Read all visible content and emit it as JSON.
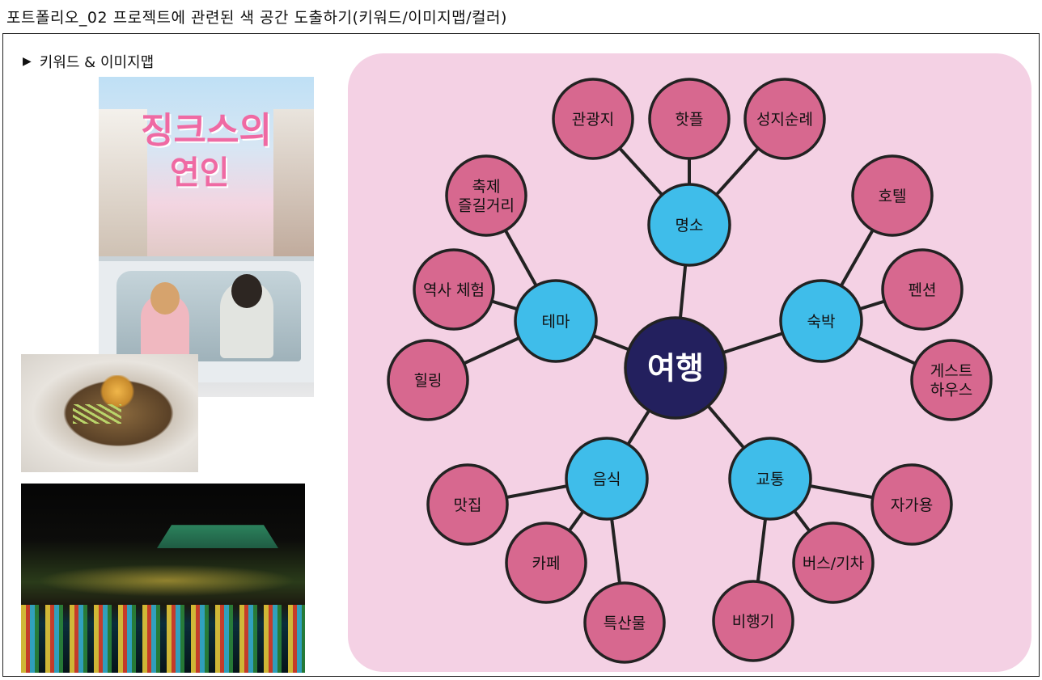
{
  "page": {
    "title": "포트폴리오_02 프로젝트에 관련된 색 공간 도출하기(키워드/이미지맵/컬러)"
  },
  "section": {
    "marker": "▶",
    "label": "키워드 & 이미지맵"
  },
  "photos": {
    "poster_title_line1": "징크스의",
    "poster_title_line2": "연인"
  },
  "colors": {
    "map_background": "#f4d1e4",
    "center_fill": "#23205e",
    "hub_fill": "#3fbdea",
    "leaf_fill": "#d7688f",
    "line": "#222222"
  },
  "mindmap": {
    "center": "여행",
    "hubs": [
      {
        "id": "landmark",
        "label": "명소",
        "leaves": [
          "관광지",
          "핫플",
          "성지순례"
        ]
      },
      {
        "id": "lodging",
        "label": "숙박",
        "leaves": [
          "호텔",
          "펜션",
          "게스트\n하우스"
        ]
      },
      {
        "id": "transport",
        "label": "교통",
        "leaves": [
          "자가용",
          "버스/기차",
          "비행기"
        ]
      },
      {
        "id": "food",
        "label": "음식",
        "leaves": [
          "맛집",
          "카페",
          "특산물"
        ]
      },
      {
        "id": "theme",
        "label": "테마",
        "leaves": [
          "축제\n즐길거리",
          "역사 체험",
          "힐링"
        ]
      }
    ]
  }
}
